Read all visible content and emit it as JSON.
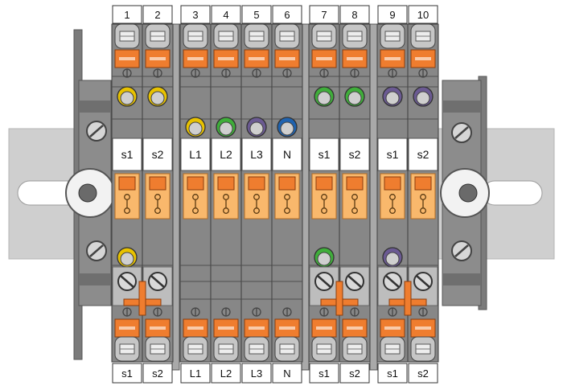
{
  "terminals": [
    {
      "number": "1",
      "label": "s1",
      "bottom_label": "s1",
      "ring_upper": "yellow",
      "ring_mid": null,
      "ring_lower": "yellow",
      "lower_plate": "grey"
    },
    {
      "number": "2",
      "label": "s2",
      "bottom_label": "s2",
      "ring_upper": "yellow",
      "ring_mid": null,
      "ring_lower": null,
      "lower_plate": "grey"
    },
    {
      "number": "3",
      "label": "L1",
      "bottom_label": "L1",
      "ring_upper": null,
      "ring_mid": "yellow",
      "ring_lower": null,
      "lower_plate": "dark"
    },
    {
      "number": "4",
      "label": "L2",
      "bottom_label": "L2",
      "ring_upper": null,
      "ring_mid": "green",
      "ring_lower": null,
      "lower_plate": "dark"
    },
    {
      "number": "5",
      "label": "L3",
      "bottom_label": "L3",
      "ring_upper": null,
      "ring_mid": "purple",
      "ring_lower": null,
      "lower_plate": "dark"
    },
    {
      "number": "6",
      "label": "N",
      "bottom_label": "N",
      "ring_upper": null,
      "ring_mid": "blue",
      "ring_lower": null,
      "lower_plate": "dark"
    },
    {
      "number": "7",
      "label": "s1",
      "bottom_label": "s1",
      "ring_upper": "green",
      "ring_mid": null,
      "ring_lower": "green",
      "lower_plate": "grey"
    },
    {
      "number": "8",
      "label": "s2",
      "bottom_label": "s2",
      "ring_upper": "green",
      "ring_mid": null,
      "ring_lower": null,
      "lower_plate": "grey"
    },
    {
      "number": "9",
      "label": "s1",
      "bottom_label": "s1",
      "ring_upper": "purple",
      "ring_mid": null,
      "ring_lower": "purple",
      "lower_plate": "grey"
    },
    {
      "number": "10",
      "label": "s2",
      "bottom_label": "s2",
      "ring_upper": "purple",
      "ring_mid": null,
      "ring_lower": null,
      "lower_plate": "grey"
    }
  ],
  "colors": {
    "rail": "#cfcfcf",
    "body": "#878787",
    "body_dark": "#6f6f6f",
    "orange": "#ef7d2f",
    "orange_light": "#f9b86c",
    "label_bg": "#ffffff",
    "yellow": "#e8c200",
    "green": "#3fae3a",
    "purple": "#6b5a93",
    "blue": "#1f63b0",
    "plate_grey": "#bdbdbd"
  }
}
